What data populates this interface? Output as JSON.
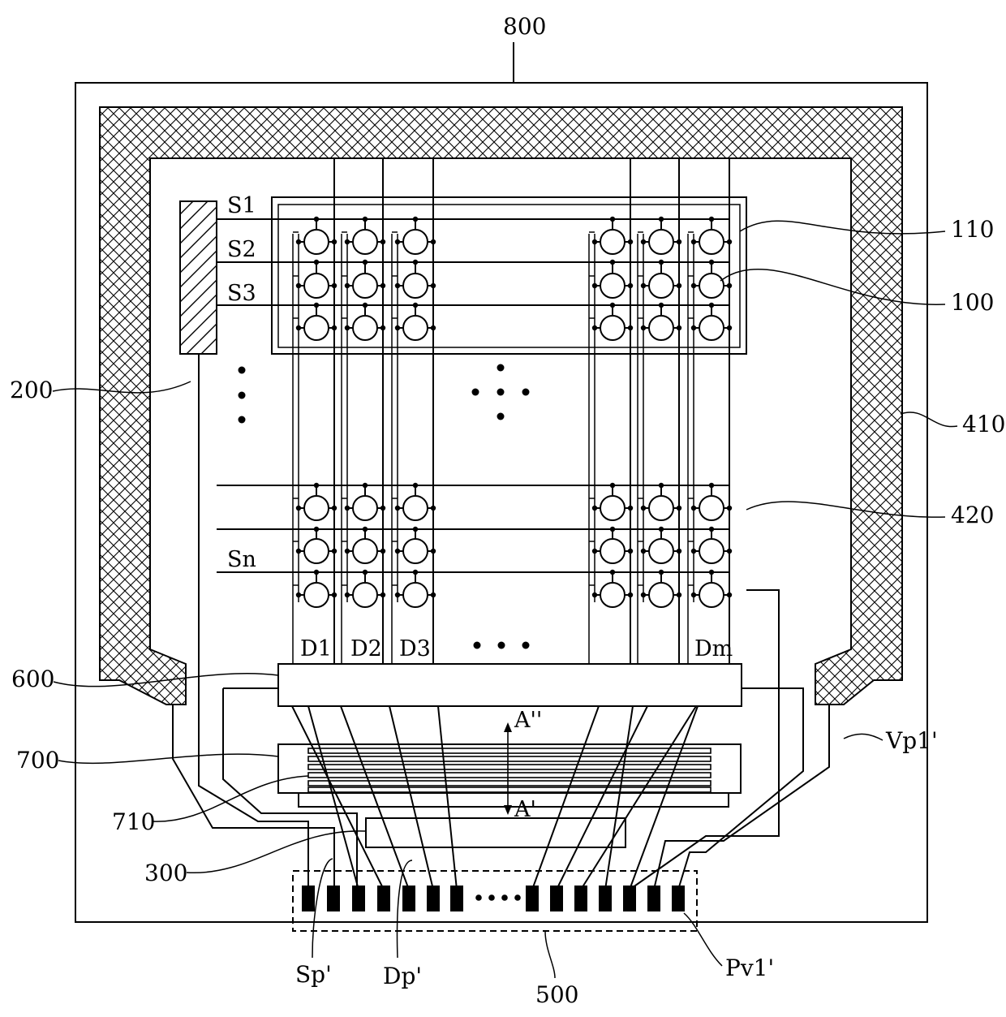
{
  "figure": {
    "refs": {
      "outer_substrate": "800",
      "pixel_area": "110",
      "pixel": "100",
      "scan_driver": "200",
      "sealant": "410",
      "sealant_inner": "420",
      "demux": "600",
      "esd": "700",
      "esd_line": "710",
      "driver_ic": "300",
      "pad_unit": "500",
      "power_line": "Vp1'",
      "scan_pad": "Sp'",
      "data_pad": "Dp'",
      "power_pad": "Pv1'",
      "section_a2": "A''",
      "section_a1": "A'"
    },
    "scan_lines": [
      "S1",
      "S2",
      "S3",
      "Sn"
    ],
    "data_lines": [
      "D1",
      "D2",
      "D3",
      "Dm"
    ],
    "pads_left_count": 7,
    "pads_right_count": 7
  },
  "colors": {
    "stroke": "#000000",
    "background": "#ffffff"
  }
}
